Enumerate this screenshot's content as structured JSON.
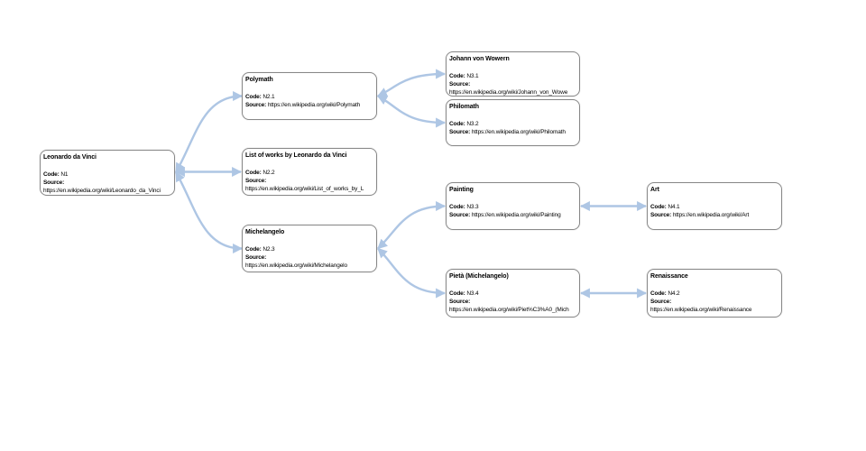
{
  "diagram": {
    "type": "mind-map",
    "edge_style": "double-arrow",
    "colors": {
      "edge": "#aec6e4",
      "node_border": "#888888",
      "node_background": "#ffffff",
      "text": "#000000"
    }
  },
  "labels": {
    "code": "Code:",
    "source": "Source:"
  },
  "nodes": [
    {
      "id": "N1",
      "title": "Leonardo da Vinci",
      "code": "N1",
      "url": "https://en.wikipedia.org/wiki/Leonardo_da_Vinci"
    },
    {
      "id": "N2.1",
      "title": "Polymath",
      "code": "N2.1",
      "url": "https://en.wikipedia.org/wiki/Polymath"
    },
    {
      "id": "N2.2",
      "title": "List of works by Leonardo da Vinci",
      "code": "N2.2",
      "url": "https://en.wikipedia.org/wiki/List_of_works_by_L"
    },
    {
      "id": "N2.3",
      "title": "Michelangelo",
      "code": "N2.3",
      "url": "https://en.wikipedia.org/wiki/Michelangelo"
    },
    {
      "id": "N3.1",
      "title": "Johann von Wowern",
      "code": "N3.1",
      "url": "https://en.wikipedia.org/wiki/Johann_von_Wowe"
    },
    {
      "id": "N3.2",
      "title": "Philomath",
      "code": "N3.2",
      "url": "https://en.wikipedia.org/wiki/Philomath"
    },
    {
      "id": "N3.3",
      "title": "Painting",
      "code": "N3.3",
      "url": "https://en.wikipedia.org/wiki/Painting"
    },
    {
      "id": "N4.1",
      "title": "Art",
      "code": "N4.1",
      "url": "https://en.wikipedia.org/wiki/Art"
    },
    {
      "id": "N3.4",
      "title": "Pietà (Michelangelo)",
      "code": "N3.4",
      "url": "https://en.wikipedia.org/wiki/Piet%C3%A0_(Mich"
    },
    {
      "id": "N4.2",
      "title": "Renaissance",
      "code": "N4.2",
      "url": "https://en.wikipedia.org/wiki/Renaissance"
    }
  ],
  "edges": [
    {
      "from": "N1",
      "to": "N2.1"
    },
    {
      "from": "N1",
      "to": "N2.2"
    },
    {
      "from": "N1",
      "to": "N2.3"
    },
    {
      "from": "N2.1",
      "to": "N3.1"
    },
    {
      "from": "N2.1",
      "to": "N3.2"
    },
    {
      "from": "N2.3",
      "to": "N3.3"
    },
    {
      "from": "N2.3",
      "to": "N3.4"
    },
    {
      "from": "N3.3",
      "to": "N4.1"
    },
    {
      "from": "N3.4",
      "to": "N4.2"
    }
  ]
}
